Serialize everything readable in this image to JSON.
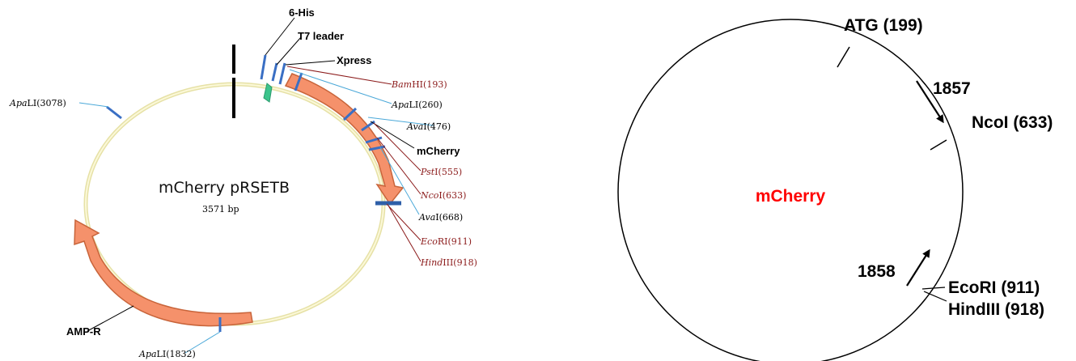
{
  "left_map": {
    "name": "mCherry pRSETB",
    "size": "3571 bp",
    "features": {
      "his": "6-His",
      "t7": "T7 leader",
      "xpress": "Xpress",
      "mcherry": "mCherry",
      "ampr": "AMP-R"
    },
    "sites": [
      {
        "enzyme": "BamHI",
        "italic_part": "Bam",
        "rest": "HI",
        "position": "(193)"
      },
      {
        "enzyme": "ApaLI",
        "italic_part": "Apa",
        "rest": "LI",
        "position": "(260)"
      },
      {
        "enzyme": "AvaI",
        "italic_part": "Ava",
        "rest": "I",
        "position": "(476)"
      },
      {
        "enzyme": "PstI",
        "italic_part": "Pst",
        "rest": "I",
        "position": "(555)"
      },
      {
        "enzyme": "NcoI",
        "italic_part": "Nco",
        "rest": "I",
        "position": "(633)"
      },
      {
        "enzyme": "AvaI",
        "italic_part": "Ava",
        "rest": "I",
        "position": "(668)"
      },
      {
        "enzyme": "EcoRI",
        "italic_part": "Eco",
        "rest": "RI",
        "position": "(911)"
      },
      {
        "enzyme": "HindIII",
        "italic_part": "Hind",
        "rest": "III",
        "position": "(918)"
      },
      {
        "enzyme": "ApaLI",
        "italic_part": "Apa",
        "rest": "LI",
        "position": "(3078)"
      },
      {
        "enzyme": "ApaLI",
        "italic_part": "Apa",
        "rest": "LI",
        "position": "(1832)"
      }
    ],
    "colors": {
      "backbone": "#f0ecb8",
      "feature_fill": "#f5916b",
      "feature_stroke": "#c8643a",
      "site_tick": "#3a6fc4",
      "red_leader": "#8b1a1a",
      "blue_leader": "#4aa8d8",
      "green_marker": "#3cc48c"
    }
  },
  "right_map": {
    "center_label": "mCherry",
    "center_color": "#ff0000",
    "labels": {
      "atg": "ATG (199)",
      "n1857": "1857",
      "ncoi": "NcoI (633)",
      "n1858": "1858",
      "ecori": "EcoRI (911)",
      "hindiii": "HindIII (918)"
    }
  }
}
